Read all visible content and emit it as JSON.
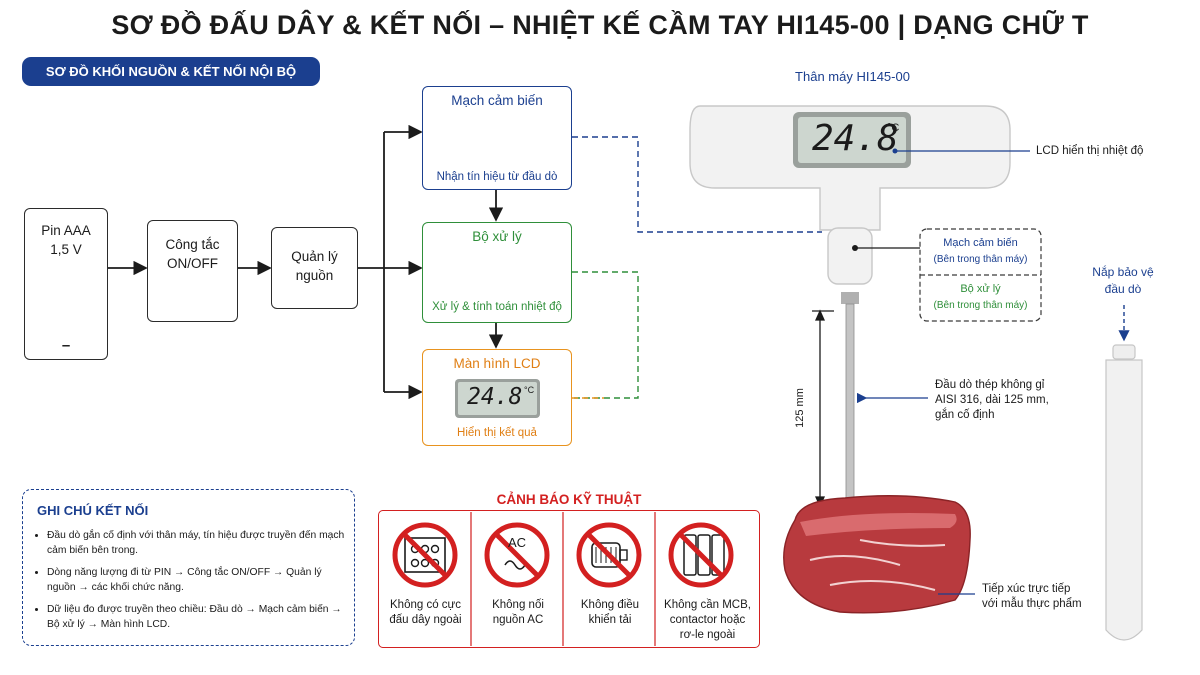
{
  "title": "SƠ ĐỒ ĐẤU DÂY & KẾT NỐI – NHIỆT KẾ CẦM TAY HI145-00 | DẠNG CHỮ T",
  "section_pill": "SƠ ĐỒ KHỐI NGUỒN & KẾT NỐI NỘI BỘ",
  "battery": {
    "line1": "Pin AAA",
    "line2": "1,5 V",
    "plus": "+",
    "minus": "–"
  },
  "switch": {
    "line1": "Công tắc",
    "line2": "ON/OFF"
  },
  "power_mgmt": {
    "line1": "Quản lý",
    "line2": "nguồn"
  },
  "sensor_circuit": {
    "title": "Mạch cảm biến",
    "sub": "Nhận tín hiệu từ đầu dò"
  },
  "processor": {
    "title": "Bộ xử lý",
    "sub": "Xử lý & tính toán nhiệt độ"
  },
  "lcd_block": {
    "title": "Màn hình LCD",
    "reading": "24.8",
    "unit": "°C",
    "sub": "Hiển thị kết quả"
  },
  "device": {
    "body_label": "Thân máy HI145-00",
    "lcd_reading": "24.8",
    "lcd_unit": "°C",
    "lcd_label": "LCD hiển thị nhiệt độ",
    "internal_sensor": "Mạch cảm biến",
    "internal_sensor_note": "(Bên trong thân máy)",
    "internal_processor": "Bộ xử lý",
    "internal_processor_note": "(Bên trong thân máy)",
    "probe_length": "125 mm",
    "probe_label": [
      "Đầu dò thép không gỉ",
      "AISI 316, dài 125 mm,",
      "gắn cố định"
    ],
    "contact_label": [
      "Tiếp xúc trực tiếp",
      "với mẫu thực phẩm"
    ],
    "cap_label": [
      "Nắp bảo vệ",
      "đầu dò"
    ]
  },
  "notes": {
    "title": "GHI CHÚ KẾT NỐI",
    "items": [
      "Đầu dò gắn cố định với thân máy, tín hiệu được truyền đến mạch cảm biến bên trong.",
      "Dòng năng lượng đi từ PIN → Công tắc ON/OFF → Quản lý nguồn → các khối chức năng.",
      "Dữ liệu đo được truyền theo chiều: Đầu dò → Mạch cảm biến → Bộ xử lý → Màn hình LCD."
    ]
  },
  "warning": {
    "title": "CẢNH BÁO KỸ THUẬT",
    "items": [
      {
        "icon": "no-terminal-block-icon",
        "line1": "Không có cực",
        "line2": "đấu dây ngoài",
        "line3": ""
      },
      {
        "icon": "no-ac-power-icon",
        "line1": "Không nối",
        "line2": "nguồn AC",
        "line3": "",
        "glyph": "AC"
      },
      {
        "icon": "no-motor-load-icon",
        "line1": "Không điều",
        "line2": "khiển tải",
        "line3": ""
      },
      {
        "icon": "no-mcb-contactor-icon",
        "line1": "Không cần MCB,",
        "line2": "contactor hoặc",
        "line3": "rơ-le ngoài"
      }
    ]
  },
  "colors": {
    "navy": "#1b3f8f",
    "green": "#2f8f3a",
    "orange": "#e8931f",
    "red": "#d32020",
    "lcd": "#cdd6cf"
  }
}
